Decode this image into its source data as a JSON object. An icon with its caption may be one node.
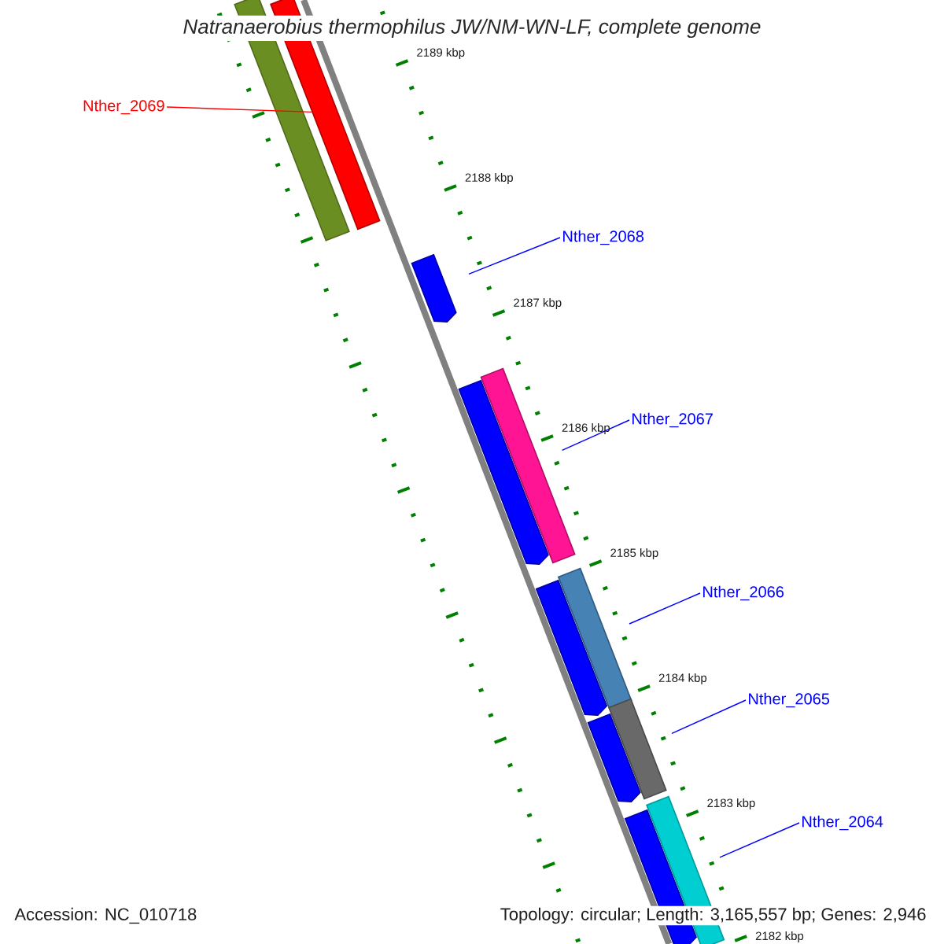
{
  "diagram": {
    "title": "Natranaerobius thermophilus JW/NM-WN-LF, complete genome",
    "nodes": [
      {
        "text": [],
        "shape": "bar"
      },
      {
        "text": [],
        "shape": "bar"
      },
      {
        "text": [
          "Nther_2069"
        ]
      },
      {
        "text": [
          "Nther_2068"
        ]
      },
      {
        "text": [],
        "shape": "arrow"
      },
      {
        "text": [],
        "shape": "arrow"
      },
      {
        "text": [],
        "shape": "bar"
      },
      {
        "text": [
          "Nther_2067"
        ]
      },
      {
        "text": [],
        "shape": "arrow"
      },
      {
        "text": [],
        "shape": "bar"
      },
      {
        "text": [
          "Nther_2066"
        ]
      },
      {
        "text": [],
        "shape": "arrow"
      },
      {
        "text": [],
        "shape": "bar"
      },
      {
        "text": [
          "Nther_2065"
        ]
      },
      {
        "text": [],
        "shape": "arrow"
      },
      {
        "text": [],
        "shape": "bar"
      },
      {
        "text": [
          "Nther_2064"
        ]
      }
    ],
    "edges": [
      {
        "from": 2,
        "to": 1,
        "arrow": "none",
        "color": "#ff0000"
      },
      {
        "from": 3,
        "to": 4,
        "arrow": "none"
      },
      {
        "from": 7,
        "to": 6,
        "arrow": "none"
      },
      {
        "from": 10,
        "to": 9,
        "arrow": "none"
      },
      {
        "from": 13,
        "to": 12,
        "arrow": "none"
      },
      {
        "from": 16,
        "to": 15,
        "arrow": "none"
      }
    ],
    "labels": [
      "2189 kbp",
      "2188 kbp",
      "2187 kbp",
      "2186 kbp",
      "2185 kbp",
      "2184 kbp",
      "2183 kbp",
      "2182 kbp",
      "Accession: NC_010718",
      "Topology: circular; Length: 3,165,557 bp; Genes: 2,946"
    ]
  }
}
